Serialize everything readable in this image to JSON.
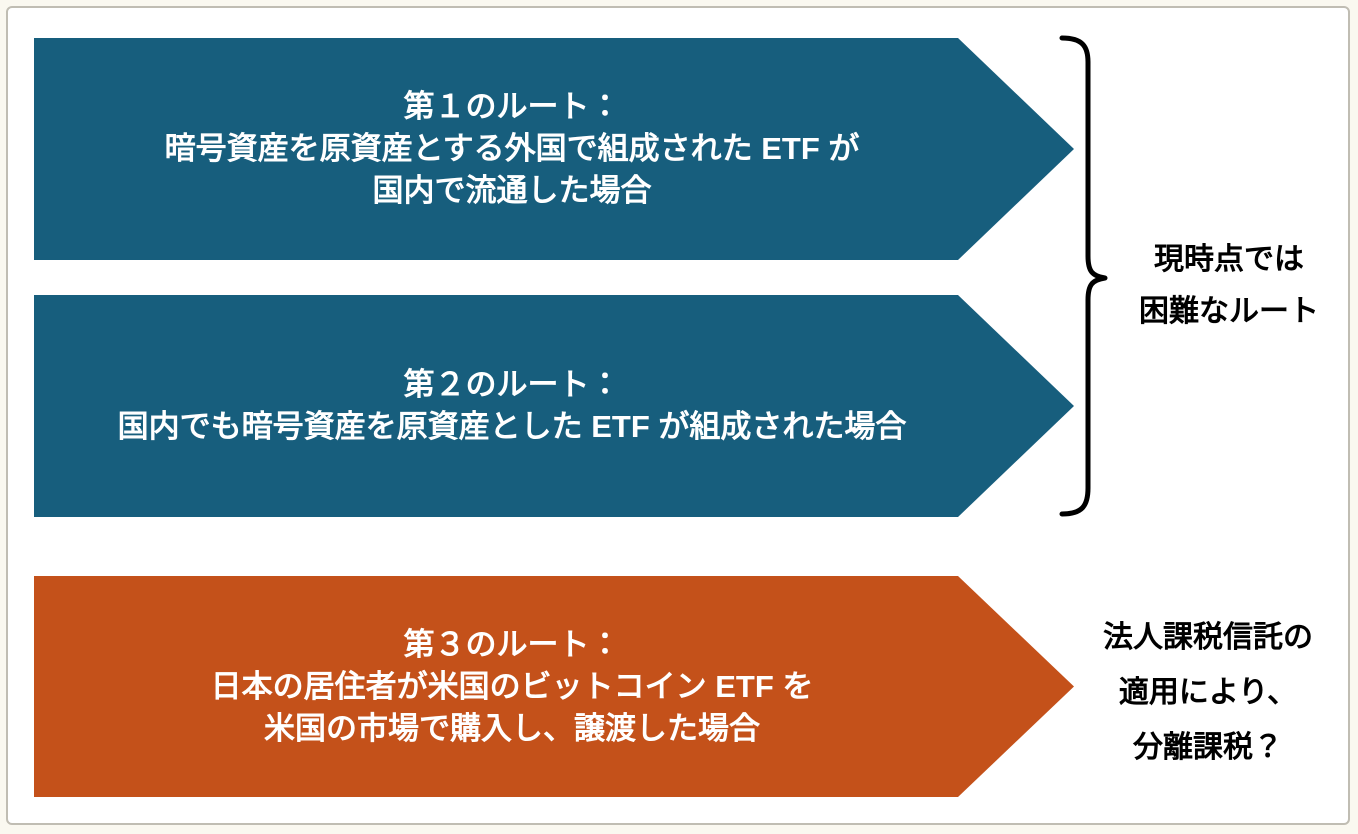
{
  "colors": {
    "teal_arrow": "#175E7D",
    "orange_arrow": "#C4511A",
    "arrow_text": "#FFFFFF",
    "label_text": "#000000",
    "brace": "#000000",
    "page_background": "#FFFFFF",
    "outer_background": "#FAF8F0",
    "frame_border": "#C0BDB3"
  },
  "arrows": [
    {
      "id": "route-1",
      "color": "#175E7D",
      "lines": [
        "第１のルート：",
        "暗号資産を原資産とする外国で組成された ETF が",
        "国内で流通した場合"
      ]
    },
    {
      "id": "route-2",
      "color": "#175E7D",
      "lines": [
        "第２のルート：",
        "国内でも暗号資産を原資産とした ETF が組成された場合"
      ]
    },
    {
      "id": "route-3",
      "color": "#C4511A",
      "lines": [
        "第３のルート：",
        "日本の居住者が米国のビットコイン ETF を",
        "米国の市場で購入し、譲渡した場合"
      ]
    }
  ],
  "annotations": {
    "brace_label": {
      "lines": [
        "現時点では",
        "困難なルート"
      ]
    },
    "route3_label": {
      "lines": [
        "法人課税信託の",
        "適用により、",
        "分離課税？"
      ]
    }
  }
}
